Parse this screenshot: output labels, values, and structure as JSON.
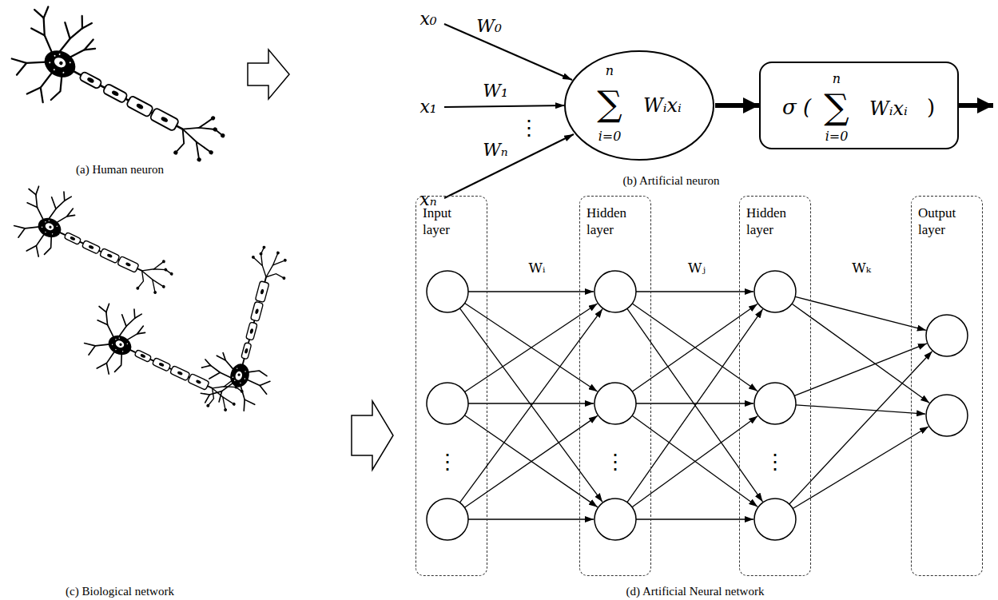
{
  "diagram": {
    "nodes": [
      {
        "text": [
          "n",
          "∑",
          "i=0",
          "Wᵢxᵢ"
        ]
      },
      {
        "text": [
          "σ (",
          "n",
          "∑",
          "i=0",
          "Wᵢxᵢ",
          ")"
        ]
      },
      {
        "text": [
          "Input layer"
        ]
      },
      {
        "text": [
          "Hidden layer"
        ]
      },
      {
        "text": [
          "Hidden layer"
        ]
      },
      {
        "text": [
          "Output layer"
        ]
      }
    ],
    "edges": [
      {
        "from": 0,
        "to": 1,
        "arrow": "to"
      }
    ],
    "labels": [
      "(a) Human neuron",
      "x₀",
      "W₀",
      "x₁",
      "W₁",
      "⋮",
      "xₙ",
      "Wₙ",
      "(b) Artificial neuron",
      "(c) Biological network",
      "Wᵢ",
      "Wⱼ",
      "Wₖ",
      "⋮",
      "⋮",
      "⋮",
      "(d) Artificial Neural network"
    ]
  }
}
